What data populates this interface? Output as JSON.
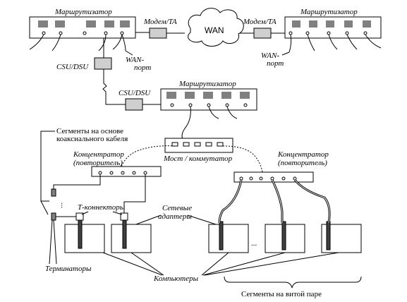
{
  "labels": {
    "router": "Маршрутизатор",
    "modem_ta": "Модем/TA",
    "wan": "WAN",
    "wan_port_l1": "WAN-",
    "wan_port_l2": "порт",
    "csudsu": "CSU/DSU",
    "segments_coax_l1": "Сегменты на основе",
    "segments_coax_l2": "коаксиального кабеля",
    "hub_l1": "Концентратор",
    "hub_l2": "(повторитель)",
    "bridge": "Мост / коммутатор",
    "t_connectors": "Т-коннекторы",
    "net_adapters_l1": "Сетевые",
    "net_adapters_l2": "адаптеры",
    "terminators": "Терминаторы",
    "computers": "Компьютеры",
    "segments_tp": "Сегменты на витой паре",
    "ellipsis": "..."
  },
  "colors": {
    "line": "#000000",
    "modem_fill": "#cfcfcf",
    "terminator_fill": "#808080",
    "adapter_fill": "#404040",
    "background": "#ffffff"
  }
}
